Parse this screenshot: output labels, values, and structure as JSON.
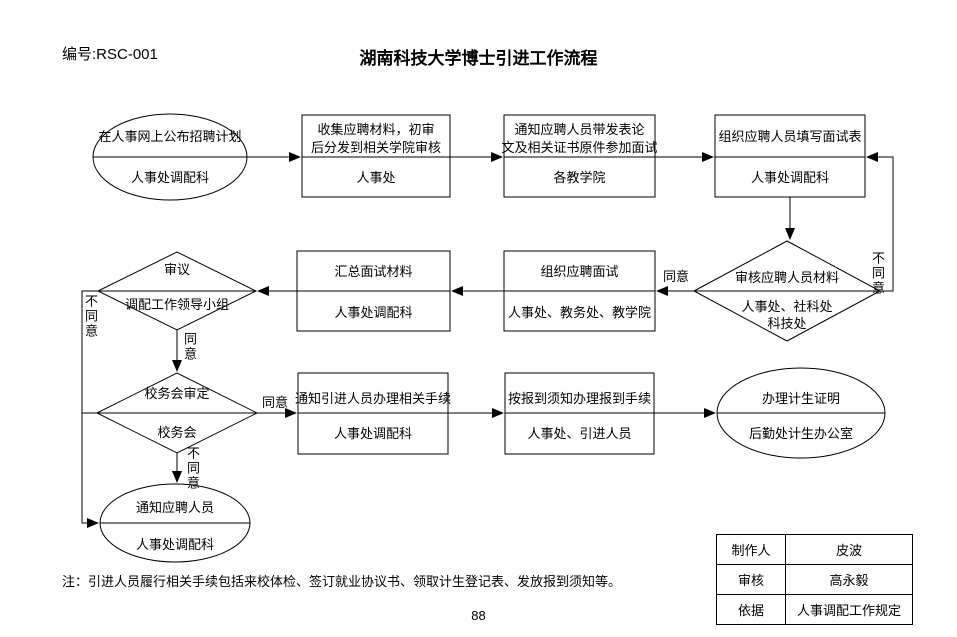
{
  "header": {
    "doc_number": "编号:RSC-001",
    "title": "湖南科技大学博士引进工作流程"
  },
  "labels": {
    "agree": "同意",
    "disagree": "不同意"
  },
  "nodes": {
    "publish_plan": {
      "action": "在人事网上公布招聘计划",
      "owner": "人事处调配科"
    },
    "collect_materials": {
      "action1": "收集应聘材料，初审",
      "action2": "后分发到相关学院审核",
      "owner": "人事处"
    },
    "notify_exam": {
      "action1": "通知应聘人员带发表论",
      "action2": "文及相关证书原件参加面试",
      "owner": "各教学院"
    },
    "fill_form": {
      "action": "组织应聘人员填写面试表",
      "owner": "人事处调配科"
    },
    "leader_review": {
      "action": "审议",
      "owner": "调配工作领导小组"
    },
    "summarize": {
      "action": "汇总面试材料",
      "owner": "人事处调配科"
    },
    "organize_interview": {
      "action": "组织应聘面试",
      "owner": "人事处、教务处、教学院"
    },
    "review_materials": {
      "action": "审核应聘人员材料",
      "owner1": "人事处、社科处",
      "owner2": "科技处"
    },
    "council_review": {
      "action": "校务会审定",
      "owner": "校务会"
    },
    "notify_procedure": {
      "action": "通知引进人员办理相关手续",
      "owner": "人事处调配科"
    },
    "register": {
      "action": "按报到须知办理报到手续",
      "owner": "人事处、引进人员"
    },
    "family_planning": {
      "action": "办理计生证明",
      "owner": "后勤处计生办公室"
    },
    "notify_applicant": {
      "action": "通知应聘人员",
      "owner": "人事处调配科"
    }
  },
  "note": "注：引进人员履行相关手续包括来校体检、签订就业协议书、领取计生登记表、发放报到须知等。",
  "page_number": "88",
  "footer_table": {
    "rows": [
      {
        "label": "制作人",
        "value": "皮波"
      },
      {
        "label": "审核",
        "value": "高永毅"
      },
      {
        "label": "依据",
        "value": "人事调配工作规定"
      }
    ]
  },
  "colors": {
    "line": "#000000",
    "text": "#000000",
    "background": "#ffffff"
  }
}
